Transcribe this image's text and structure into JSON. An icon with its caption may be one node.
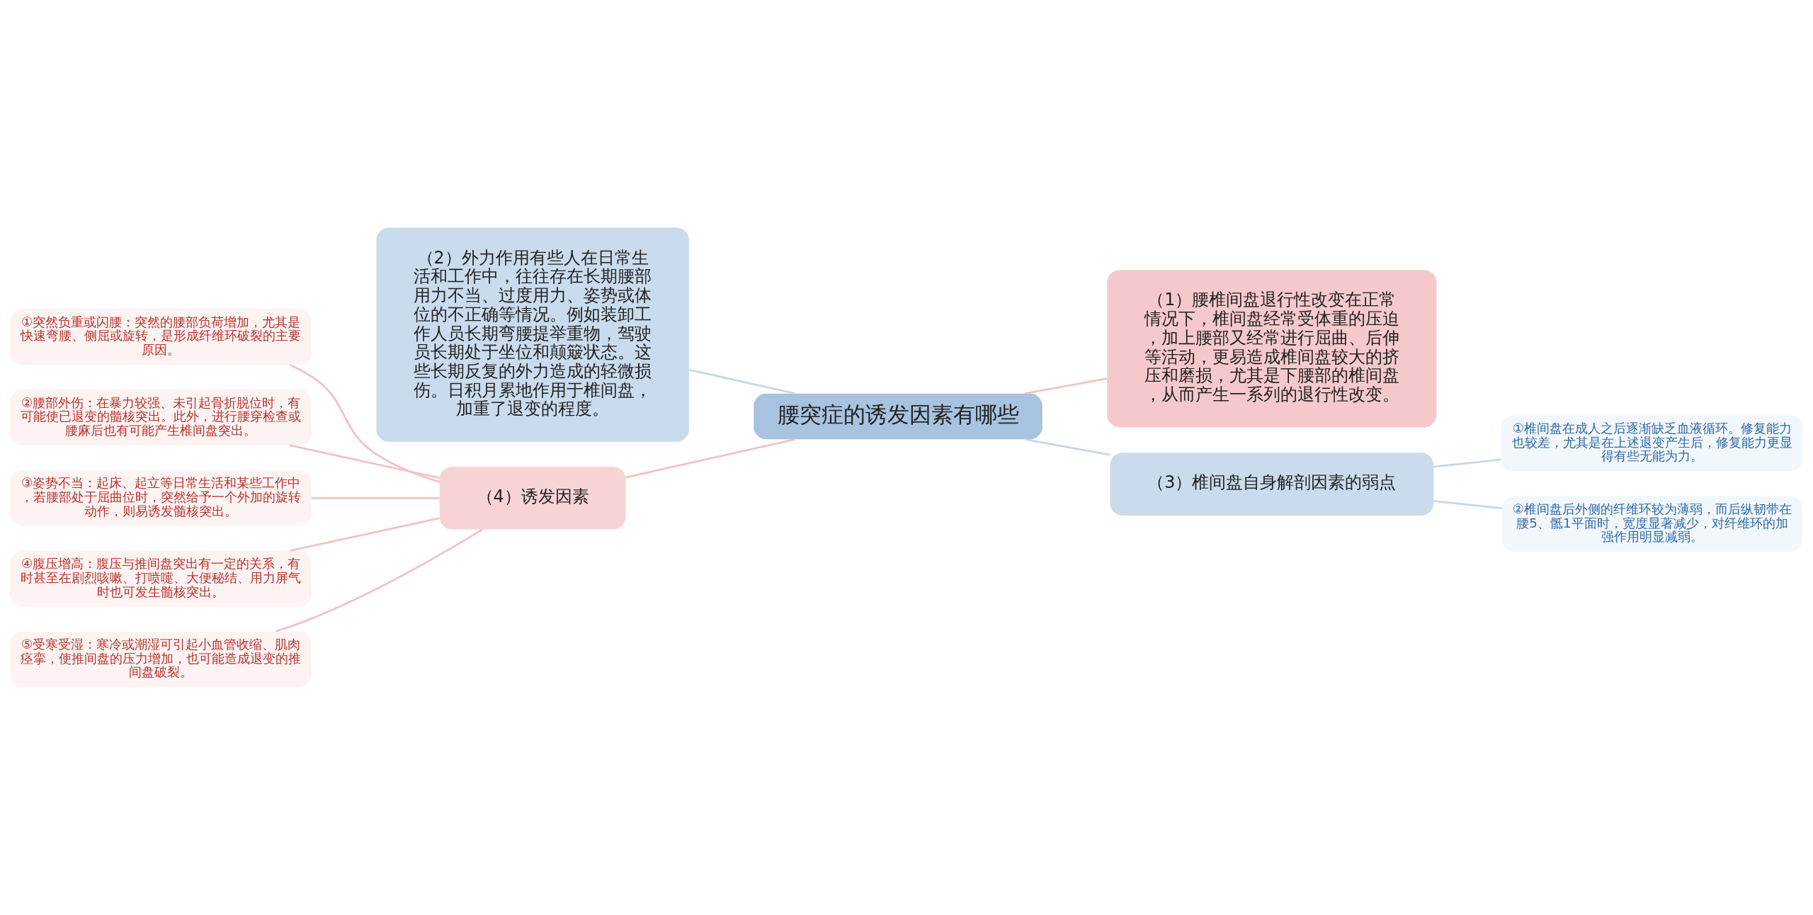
{
  "diagram": {
    "nodes": [
      {
        "text": [
          "腰突症的诱发因素有哪些"
        ]
      },
      {
        "text": [
          "（2）外力作用有些人在日常生活和工作中，往往存在长期腰部用力不当、过度用力、姿势或体位的不正确等情况。例如装卸工作人员长期弯腰提举重物，驾驶员长期处于坐位和颠簸状态。这些长期反复的外力造成的轻微损伤。日积月累地作用于椎间盘，加重了退变的程度。"
        ]
      },
      {
        "text": [
          "（1）腰椎间盘退行性改变在正常情况下，椎间盘经常受体重的压迫，加上腰部又经常进行屈曲、后伸等活动，更易造成椎间盘较大的挤压和磨损，尤其是下腰部的椎间盘，从而产生一系列的退行性改变。"
        ]
      },
      {
        "text": [
          "（3）椎间盘自身解剖因素的弱点"
        ]
      },
      {
        "text": [
          "①椎间盘在成人之后逐渐缺乏血液循环。修复能力也较差，尤其是在上述退变产生后，修复能力更显得有些无能为力。"
        ]
      },
      {
        "text": [
          "②椎间盘后外侧的纤维环较为薄弱，而后纵韧带在腰5、骶1平面时，宽度显著减少，对纤维环的加强作用明显减弱。"
        ]
      },
      {
        "text": [
          "（4）诱发因素"
        ]
      },
      {
        "text": [
          "①突然负重或闪腰：突然的腰部负荷增加，尤其是快速弯腰、侧屈或旋转，是形成纤维环破裂的主要原因。"
        ]
      },
      {
        "text": [
          "②腰部外伤：在暴力较强、未引起骨折脱位时，有可能使已退变的髓核突出。此外，进行腰穿检查或腰麻后也有可能产生椎间盘突出。"
        ]
      },
      {
        "text": [
          "③姿势不当：起床、起立等日常生活和某些工作中，若腰部处于屈曲位时，突然给予一个外加的旋转动作，则易诱发髓核突出。"
        ]
      },
      {
        "text": [
          "④腹压增高：腹压与推间盘突出有一定的关系，有时甚至在剧烈咳嗽、打喷嚏、大便秘结、用力屏气时也可发生髓核突出。"
        ]
      },
      {
        "text": [
          "⑤受寒受湿：寒冷或潮湿可引起小血管收缩、肌肉痉挛，使推间盘的压力增加，也可能造成退变的推间盘破裂。"
        ]
      }
    ],
    "edges": [
      {
        "from": 0,
        "to": 1,
        "arrow": "none",
        "color": "#c6d8e9"
      },
      {
        "from": 0,
        "to": 2,
        "arrow": "none"
      },
      {
        "from": 0,
        "to": 3,
        "arrow": "none",
        "color": "#c6d8e9"
      },
      {
        "from": 3,
        "to": 4,
        "arrow": "none",
        "color": "#c6d8e9"
      },
      {
        "from": 3,
        "to": 5,
        "arrow": "none",
        "color": "#c6d8e9"
      },
      {
        "from": 0,
        "to": 6,
        "arrow": "none"
      },
      {
        "from": 6,
        "to": 7,
        "arrow": "none"
      },
      {
        "from": 6,
        "to": 8,
        "arrow": "none"
      },
      {
        "from": 6,
        "to": 9,
        "arrow": "none"
      },
      {
        "from": 6,
        "to": 10,
        "arrow": "none"
      },
      {
        "from": 6,
        "to": 11,
        "arrow": "none"
      }
    ]
  }
}
